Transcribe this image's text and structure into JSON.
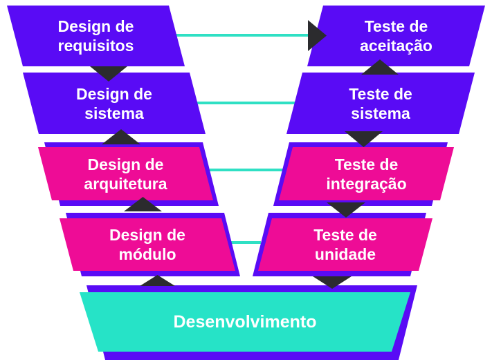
{
  "colors": {
    "purple": "#590bf5",
    "pink": "#ee0c96",
    "teal": "#26e3c7",
    "line": "#2fe0c4",
    "arrow": "#2b2b2e",
    "text": "#ffffff"
  },
  "v_model": {
    "left": [
      {
        "id": "design-requisitos",
        "label": "Design de\nrequisitos",
        "color": "purple"
      },
      {
        "id": "design-sistema",
        "label": "Design de\nsistema",
        "color": "purple"
      },
      {
        "id": "design-arquitetura",
        "label": "Design de\narquitetura",
        "color": "pink"
      },
      {
        "id": "design-modulo",
        "label": "Design de\nmódulo",
        "color": "pink"
      }
    ],
    "right": [
      {
        "id": "teste-aceitacao",
        "label": "Teste de\naceitação",
        "color": "purple"
      },
      {
        "id": "teste-sistema",
        "label": "Teste de\nsistema",
        "color": "purple"
      },
      {
        "id": "teste-integracao",
        "label": "Teste de\nintegração",
        "color": "pink"
      },
      {
        "id": "teste-unidade",
        "label": "Teste de\nunidade",
        "color": "pink"
      }
    ],
    "bottom": {
      "id": "desenvolvimento",
      "label": "Desenvolvimento",
      "color": "teal"
    },
    "left_junction_arrows": [
      "down",
      "up",
      "up",
      "up"
    ],
    "right_junction_arrows": [
      "up",
      "down",
      "down",
      "down"
    ],
    "connector_levels": 4,
    "acceptance_connector_arrow": "right"
  }
}
